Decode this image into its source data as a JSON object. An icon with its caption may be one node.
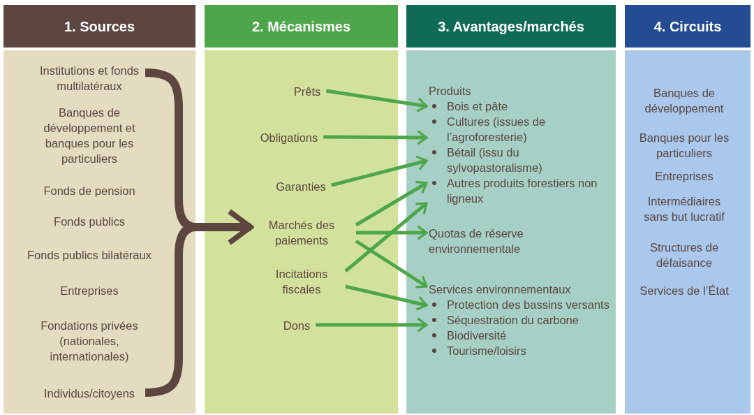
{
  "diagram": {
    "nodes": [
      {
        "text": [
          "1. Sources"
        ]
      },
      {
        "text": [
          "Institutions et fonds multilatéraux"
        ],
        "in": 0
      },
      {
        "text": [
          "Banques de développement et banques pour les particuliers"
        ],
        "in": 0
      },
      {
        "text": [
          "Fonds de pension"
        ],
        "in": 0
      },
      {
        "text": [
          "Fonds publics"
        ],
        "in": 0
      },
      {
        "text": [
          "Fonds publics bilatéraux"
        ],
        "in": 0
      },
      {
        "text": [
          "Entreprises"
        ],
        "in": 0
      },
      {
        "text": [
          "Fondations privées (nationales, internationales)"
        ],
        "in": 0
      },
      {
        "text": [
          "Individus/citoyens"
        ],
        "in": 0
      },
      {
        "text": [
          "2. Mécanismes"
        ]
      },
      {
        "text": [
          "Prêts"
        ],
        "in": 9
      },
      {
        "text": [
          "Obligations"
        ],
        "in": 9
      },
      {
        "text": [
          "Garanties"
        ],
        "in": 9
      },
      {
        "text": [
          "Marchés des paiements"
        ],
        "in": 9
      },
      {
        "text": [
          "Incitations fiscales"
        ],
        "in": 9
      },
      {
        "text": [
          "Dons"
        ],
        "in": 9
      },
      {
        "text": [
          "3. Avantages/marchés"
        ]
      },
      {
        "text": [
          "Produits"
        ],
        "in": 16
      },
      {
        "text": [
          "Bois et pâte"
        ],
        "in": 17
      },
      {
        "text": [
          "Cultures (issues de l’agroforesterie)"
        ],
        "in": 17
      },
      {
        "text": [
          "Bétail (issu du sylvopastoralisme)"
        ],
        "in": 17
      },
      {
        "text": [
          "Autres produits forestiers non ligneux"
        ],
        "in": 17
      },
      {
        "text": [
          "Quotas de réserve environnementale"
        ],
        "in": 16
      },
      {
        "text": [
          "Services environnementaux"
        ],
        "in": 16
      },
      {
        "text": [
          "Protection des bassins versants"
        ],
        "in": 23
      },
      {
        "text": [
          "Séquestration du carbone"
        ],
        "in": 23
      },
      {
        "text": [
          "Biodiversité"
        ],
        "in": 23
      },
      {
        "text": [
          "Tourisme/loisirs"
        ],
        "in": 23
      },
      {
        "text": [
          "4. Circuits"
        ]
      },
      {
        "text": [
          "Banques de développement"
        ],
        "in": 28
      },
      {
        "text": [
          "Banques pour les particuliers"
        ],
        "in": 28
      },
      {
        "text": [
          "Entreprises"
        ],
        "in": 28
      },
      {
        "text": [
          "Intermédiaires sans but lucratif"
        ],
        "in": 28
      },
      {
        "text": [
          "Structures de défaisance"
        ],
        "in": 28
      },
      {
        "text": [
          "Services de l’État"
        ],
        "in": 28
      }
    ],
    "edges": [
      {
        "from": 0,
        "to": 13,
        "arrow": "to",
        "style": "thick",
        "color": "#5e4640"
      },
      {
        "from": 10,
        "to": 18,
        "arrow": "to"
      },
      {
        "from": 11,
        "to": 19,
        "arrow": "to"
      },
      {
        "from": 12,
        "to": 20,
        "arrow": "to"
      },
      {
        "from": 13,
        "to": 21,
        "arrow": "to"
      },
      {
        "from": 14,
        "to": 17,
        "arrow": "to"
      },
      {
        "from": 13,
        "to": 22,
        "arrow": "to"
      },
      {
        "from": 13,
        "to": 23,
        "arrow": "to"
      },
      {
        "from": 14,
        "to": 24,
        "arrow": "to"
      },
      {
        "from": 15,
        "to": 25,
        "arrow": "to"
      }
    ]
  }
}
